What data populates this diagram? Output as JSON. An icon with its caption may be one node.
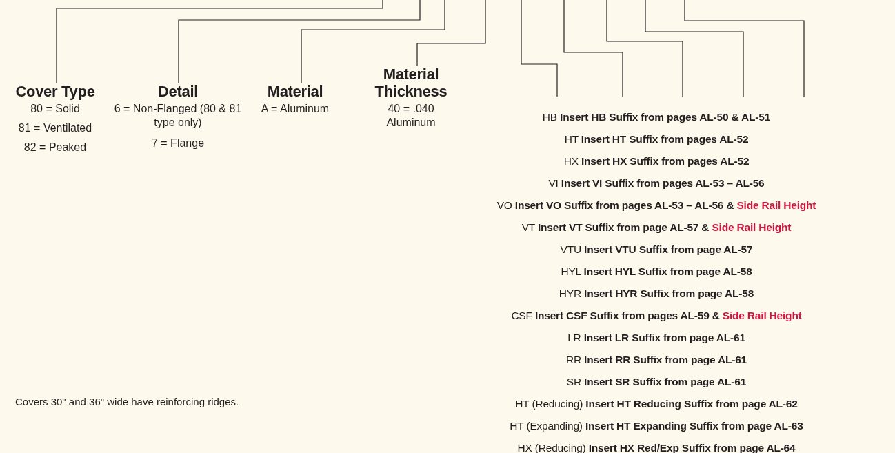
{
  "diagram": {
    "nodes": [
      {
        "text": [
          "Cover Type",
          "80 = Solid",
          "81 = Ventilated",
          "82 = Peaked"
        ]
      },
      {
        "text": [
          "Detail",
          "6 = Non-Flanged (80 & 81 type only)",
          "7 = Flange"
        ]
      },
      {
        "text": [
          "Material",
          "A = Aluminum"
        ]
      },
      {
        "text": [
          "Material Thickness",
          "40 = .040 Aluminum"
        ]
      },
      {
        "text": [
          "HB **Insert HB Suffix from pages AL-50 & AL-51**",
          "HT **Insert HT Suffix from pages AL-52**",
          "HX **Insert HX Suffix from pages AL-52**",
          "VI **Insert VI Suffix from pages AL-53 – AL-56**",
          "VO **Insert VO Suffix from pages AL-53 – AL-56 &** **Side Rail Height**",
          "VT **Insert VT Suffix from page AL-57 &** **Side Rail Height**",
          "VTU **Insert VTU Suffix from page AL-57**",
          "HYL **Insert HYL Suffix from page AL-58**",
          "HYR **Insert HYR Suffix from page AL-58**",
          "CSF **Insert CSF Suffix from pages AL-59 &** **Side Rail Height**",
          "LR **Insert LR Suffix from page AL-61**",
          "RR **Insert RR Suffix from page AL-61**",
          "SR **Insert SR Suffix from page AL-61**",
          "HT (Reducing) **Insert HT Reducing Suffix from page AL-62**",
          "HT (Expanding) **Insert HT Expanding Suffix from page AL-63**",
          "HX (Reducing) **Insert HX Red/Exp Suffix from page AL-64**"
        ]
      }
    ],
    "edges": [
      {
        "from": null,
        "to": 0,
        "arrow": "none"
      },
      {
        "from": null,
        "to": 1,
        "arrow": "none"
      },
      {
        "from": null,
        "to": 2,
        "arrow": "none"
      },
      {
        "from": null,
        "to": 3,
        "arrow": "none"
      },
      {
        "from": null,
        "to": 4,
        "arrow": "none"
      },
      {
        "from": null,
        "to": 4,
        "arrow": "none"
      },
      {
        "from": null,
        "to": 4,
        "arrow": "none"
      },
      {
        "from": null,
        "to": 4,
        "arrow": "none"
      },
      {
        "from": null,
        "to": 4,
        "arrow": "none"
      }
    ],
    "labels": [
      "Covers 30\" and 36\" wide have reinforcing ridges."
    ]
  }
}
